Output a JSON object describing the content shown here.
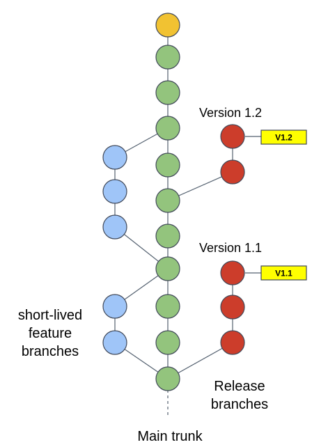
{
  "colors": {
    "trunk_node": "#93c47d",
    "trunk_head": "#f1c232",
    "feature_node": "#9fc5f8",
    "release_node": "#cc3d2b",
    "tag_fill": "#ffff00",
    "stroke": "#404858",
    "edge": "#53606f"
  },
  "labels": {
    "version_12": "Version 1.2",
    "version_11": "Version 1.1",
    "tag_12": "V1.2",
    "tag_11": "V1.1",
    "feature_line1": "short-lived",
    "feature_line2": "feature",
    "feature_line3": "branches",
    "release_line1": "Release",
    "release_line2": "branches",
    "main_trunk": "Main trunk"
  }
}
